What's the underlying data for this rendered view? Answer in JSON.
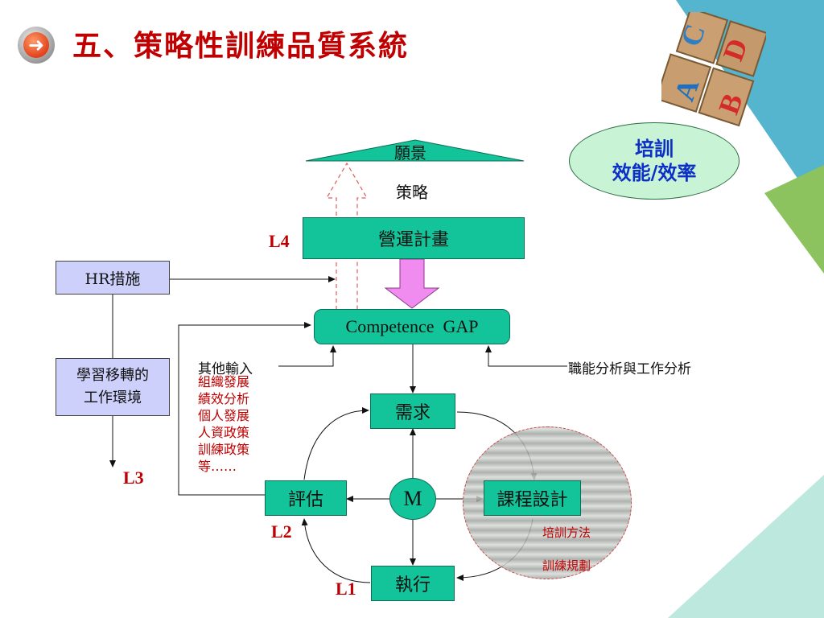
{
  "title": "五、策略性訓練品質系統",
  "ellipse": {
    "line1": "培訓",
    "line2": "效能/效率"
  },
  "vision": "願景",
  "strategy": "策略",
  "operations_plan": "營運計畫",
  "hr_measures": "HR措施",
  "competence_gap": "Competence  GAP",
  "learning_transfer": {
    "line1": "學習移轉的",
    "line2": "工作環境"
  },
  "other_inputs": {
    "heading": "其他輸入",
    "items": [
      "組織發展",
      "績效分析",
      "個人發展",
      "人資政策",
      "訓練政策",
      "等……"
    ]
  },
  "job_analysis": "職能分析與工作分析",
  "needs": "需求",
  "evaluation": "評估",
  "center": "M",
  "course_design": "課程設計",
  "execution": "執行",
  "methods": {
    "line1": "培訓方法",
    "line2": "訓練規劃"
  },
  "levels": {
    "l1": "L1",
    "l2": "L2",
    "l3": "L3",
    "l4": "L4"
  },
  "decor_blocks": [
    "A",
    "B",
    "C",
    "D"
  ],
  "colors": {
    "title": "#c00000",
    "box_green": "#13c49a",
    "box_purple": "#cdd0fa",
    "ellipse_fill": "#c8f3d4",
    "ellipse_text": "#0b2fc8",
    "arrow_pink": "#f08cf0",
    "corner_blue": "#55b4ce",
    "corner_green": "#8cc35f",
    "corner_mint": "#bde8de"
  }
}
